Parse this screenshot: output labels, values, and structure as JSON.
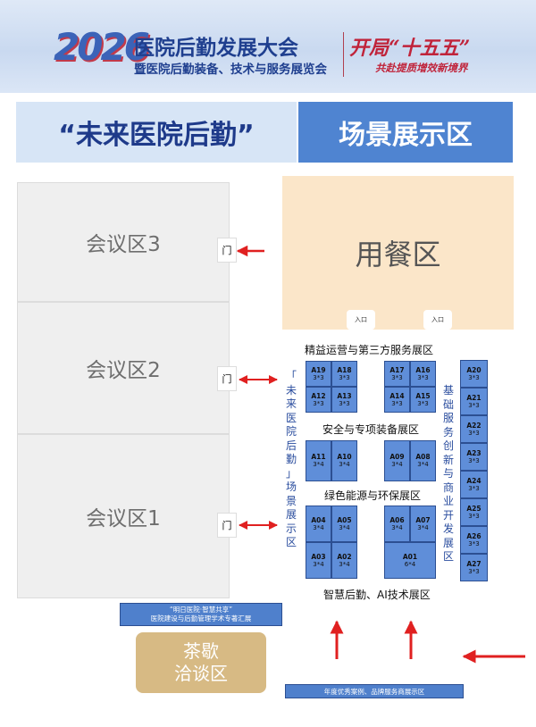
{
  "header": {
    "year": "2026",
    "title": "医院后勤发展大会",
    "subtitle": "暨医院后勤装备、技术与服务展览会",
    "slogan_main": "开局“十五五”",
    "slogan_sub": "共赴提质增效新境界"
  },
  "banner": {
    "left_text": "“未来医院后勤”",
    "right_text": "场景展示区"
  },
  "rooms": {
    "meeting3": "会议区3",
    "meeting2": "会议区2",
    "meeting1": "会议区1",
    "door": "门",
    "dining": "用餐区",
    "entrance": "入口"
  },
  "zones": {
    "lean_ops": "精益运营与第三方服务展区",
    "safety": "安全与专项装备展区",
    "green": "绿色能源与环保展区",
    "smart_ai": "智慧后勤、AI技术展区",
    "future_vertical": "「未来医院后勤」场景展示区",
    "infra_vertical": "基础服务创新与商业开发展区"
  },
  "booths": [
    {
      "id": "A19",
      "size": "3*3"
    },
    {
      "id": "A18",
      "size": "3*3"
    },
    {
      "id": "A12",
      "size": "3*3"
    },
    {
      "id": "A13",
      "size": "3*3"
    },
    {
      "id": "A17",
      "size": "3*3"
    },
    {
      "id": "A16",
      "size": "3*3"
    },
    {
      "id": "A14",
      "size": "3*3"
    },
    {
      "id": "A15",
      "size": "3*3"
    },
    {
      "id": "A11",
      "size": "3*4"
    },
    {
      "id": "A10",
      "size": "3*4"
    },
    {
      "id": "A09",
      "size": "3*4"
    },
    {
      "id": "A08",
      "size": "3*4"
    },
    {
      "id": "A04",
      "size": "3*4"
    },
    {
      "id": "A05",
      "size": "3*4"
    },
    {
      "id": "A03",
      "size": "3*4"
    },
    {
      "id": "A02",
      "size": "3*4"
    },
    {
      "id": "A06",
      "size": "3*4"
    },
    {
      "id": "A07",
      "size": "3*4"
    },
    {
      "id": "A01",
      "size": "6*4"
    },
    {
      "id": "A20",
      "size": "3*3"
    },
    {
      "id": "A21",
      "size": "3*3"
    },
    {
      "id": "A22",
      "size": "3*3"
    },
    {
      "id": "A23",
      "size": "3*3"
    },
    {
      "id": "A24",
      "size": "3*3"
    },
    {
      "id": "A25",
      "size": "3*3"
    },
    {
      "id": "A26",
      "size": "3*3"
    },
    {
      "id": "A27",
      "size": "3*3"
    }
  ],
  "bottom": {
    "exhibit_line1": "“明日医院·智慧共享”",
    "exhibit_line2": "医院建设与后勤管理学术专著汇展",
    "tea_line1": "茶歇",
    "tea_line2": "洽谈区",
    "case_bar": "年度优秀案例、品牌服务商展示区"
  },
  "colors": {
    "booth_fill": "#5f8ed9",
    "banner_accent": "#4f84d1",
    "dining": "#fbe6c9",
    "tea": "#d7ba84",
    "arrow": "#e02020",
    "header_red": "#c0233a"
  }
}
